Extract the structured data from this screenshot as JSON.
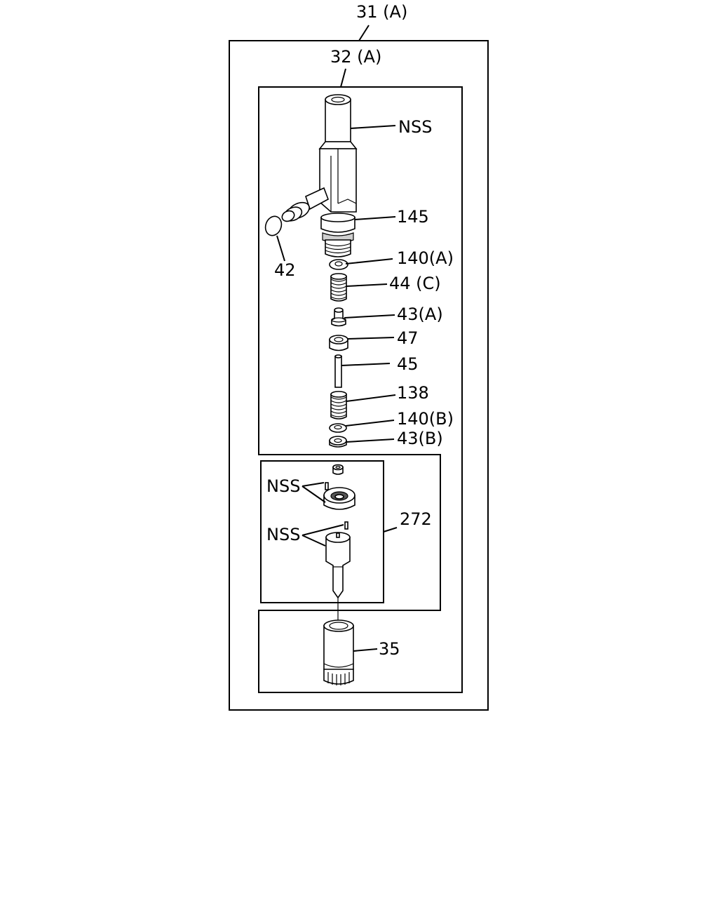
{
  "labels": {
    "assy_outer": "31 (A)",
    "assy_inner": "32 (A)",
    "nss_top": "NSS",
    "p145": "145",
    "p42": "42",
    "p140a": "140(A)",
    "p44c": "44 (C)",
    "p43a": "43(A)",
    "p47": "47",
    "p45": "45",
    "p138": "138",
    "p140b": "140(B)",
    "p43b": "43(B)",
    "nss_mid1": "NSS",
    "nss_mid2": "NSS",
    "p272": "272",
    "p35": "35"
  }
}
